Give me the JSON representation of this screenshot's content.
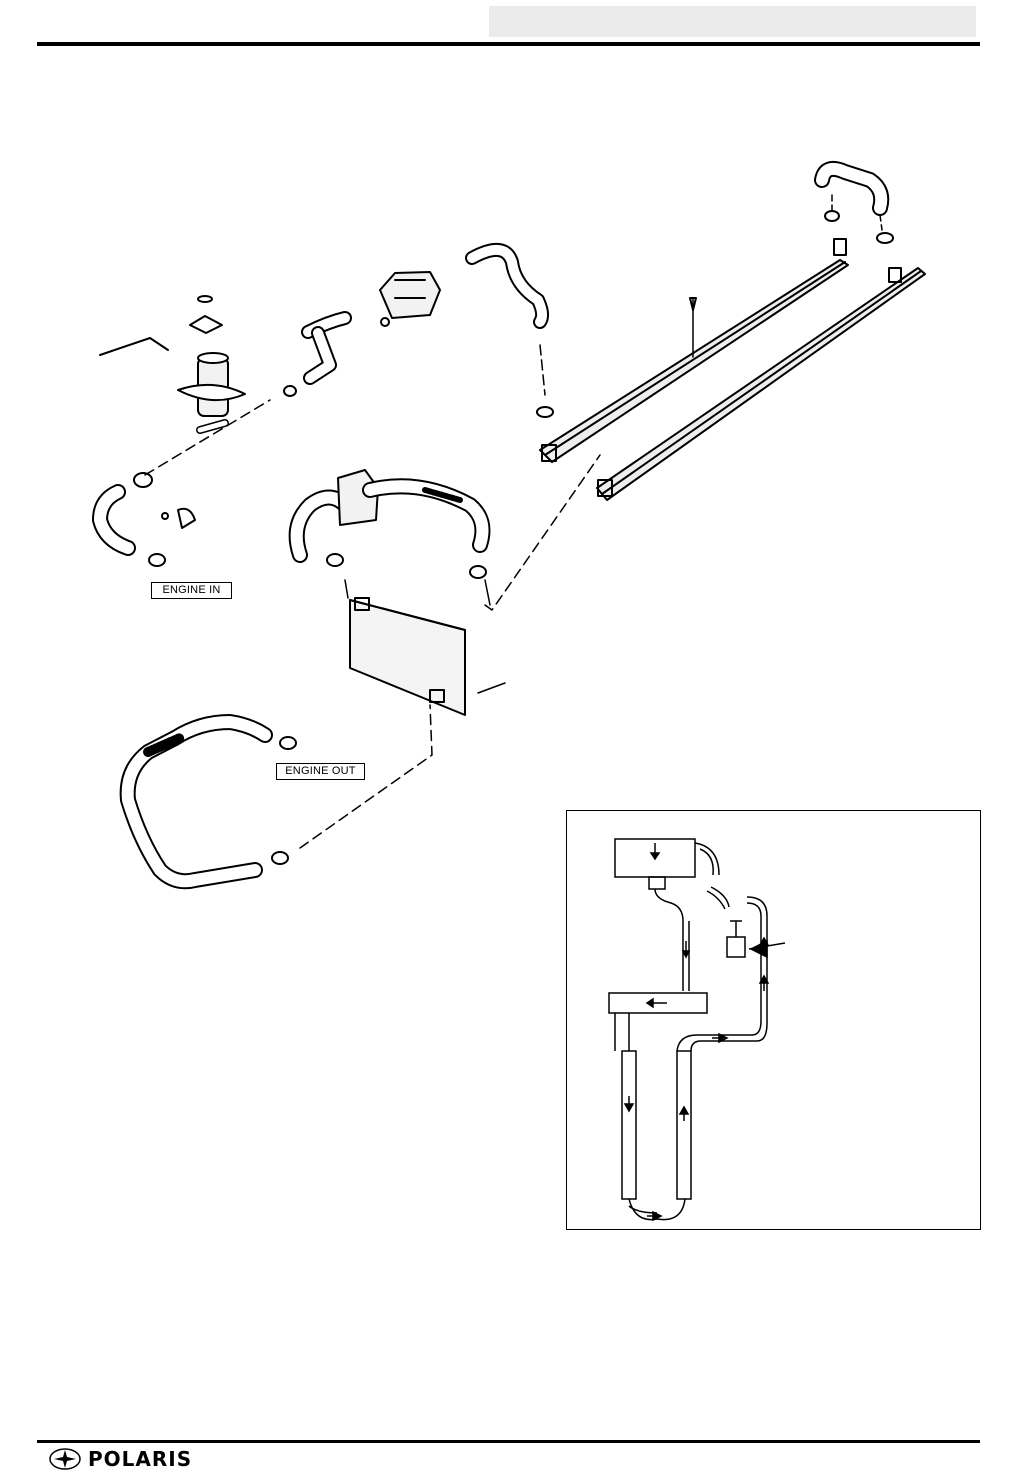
{
  "labels": {
    "engine_in": "ENGINE IN",
    "engine_out": "ENGINE OUT"
  },
  "footer": {
    "brand": "POLARIS"
  },
  "icons": {
    "logo": "polaris-star-icon"
  }
}
